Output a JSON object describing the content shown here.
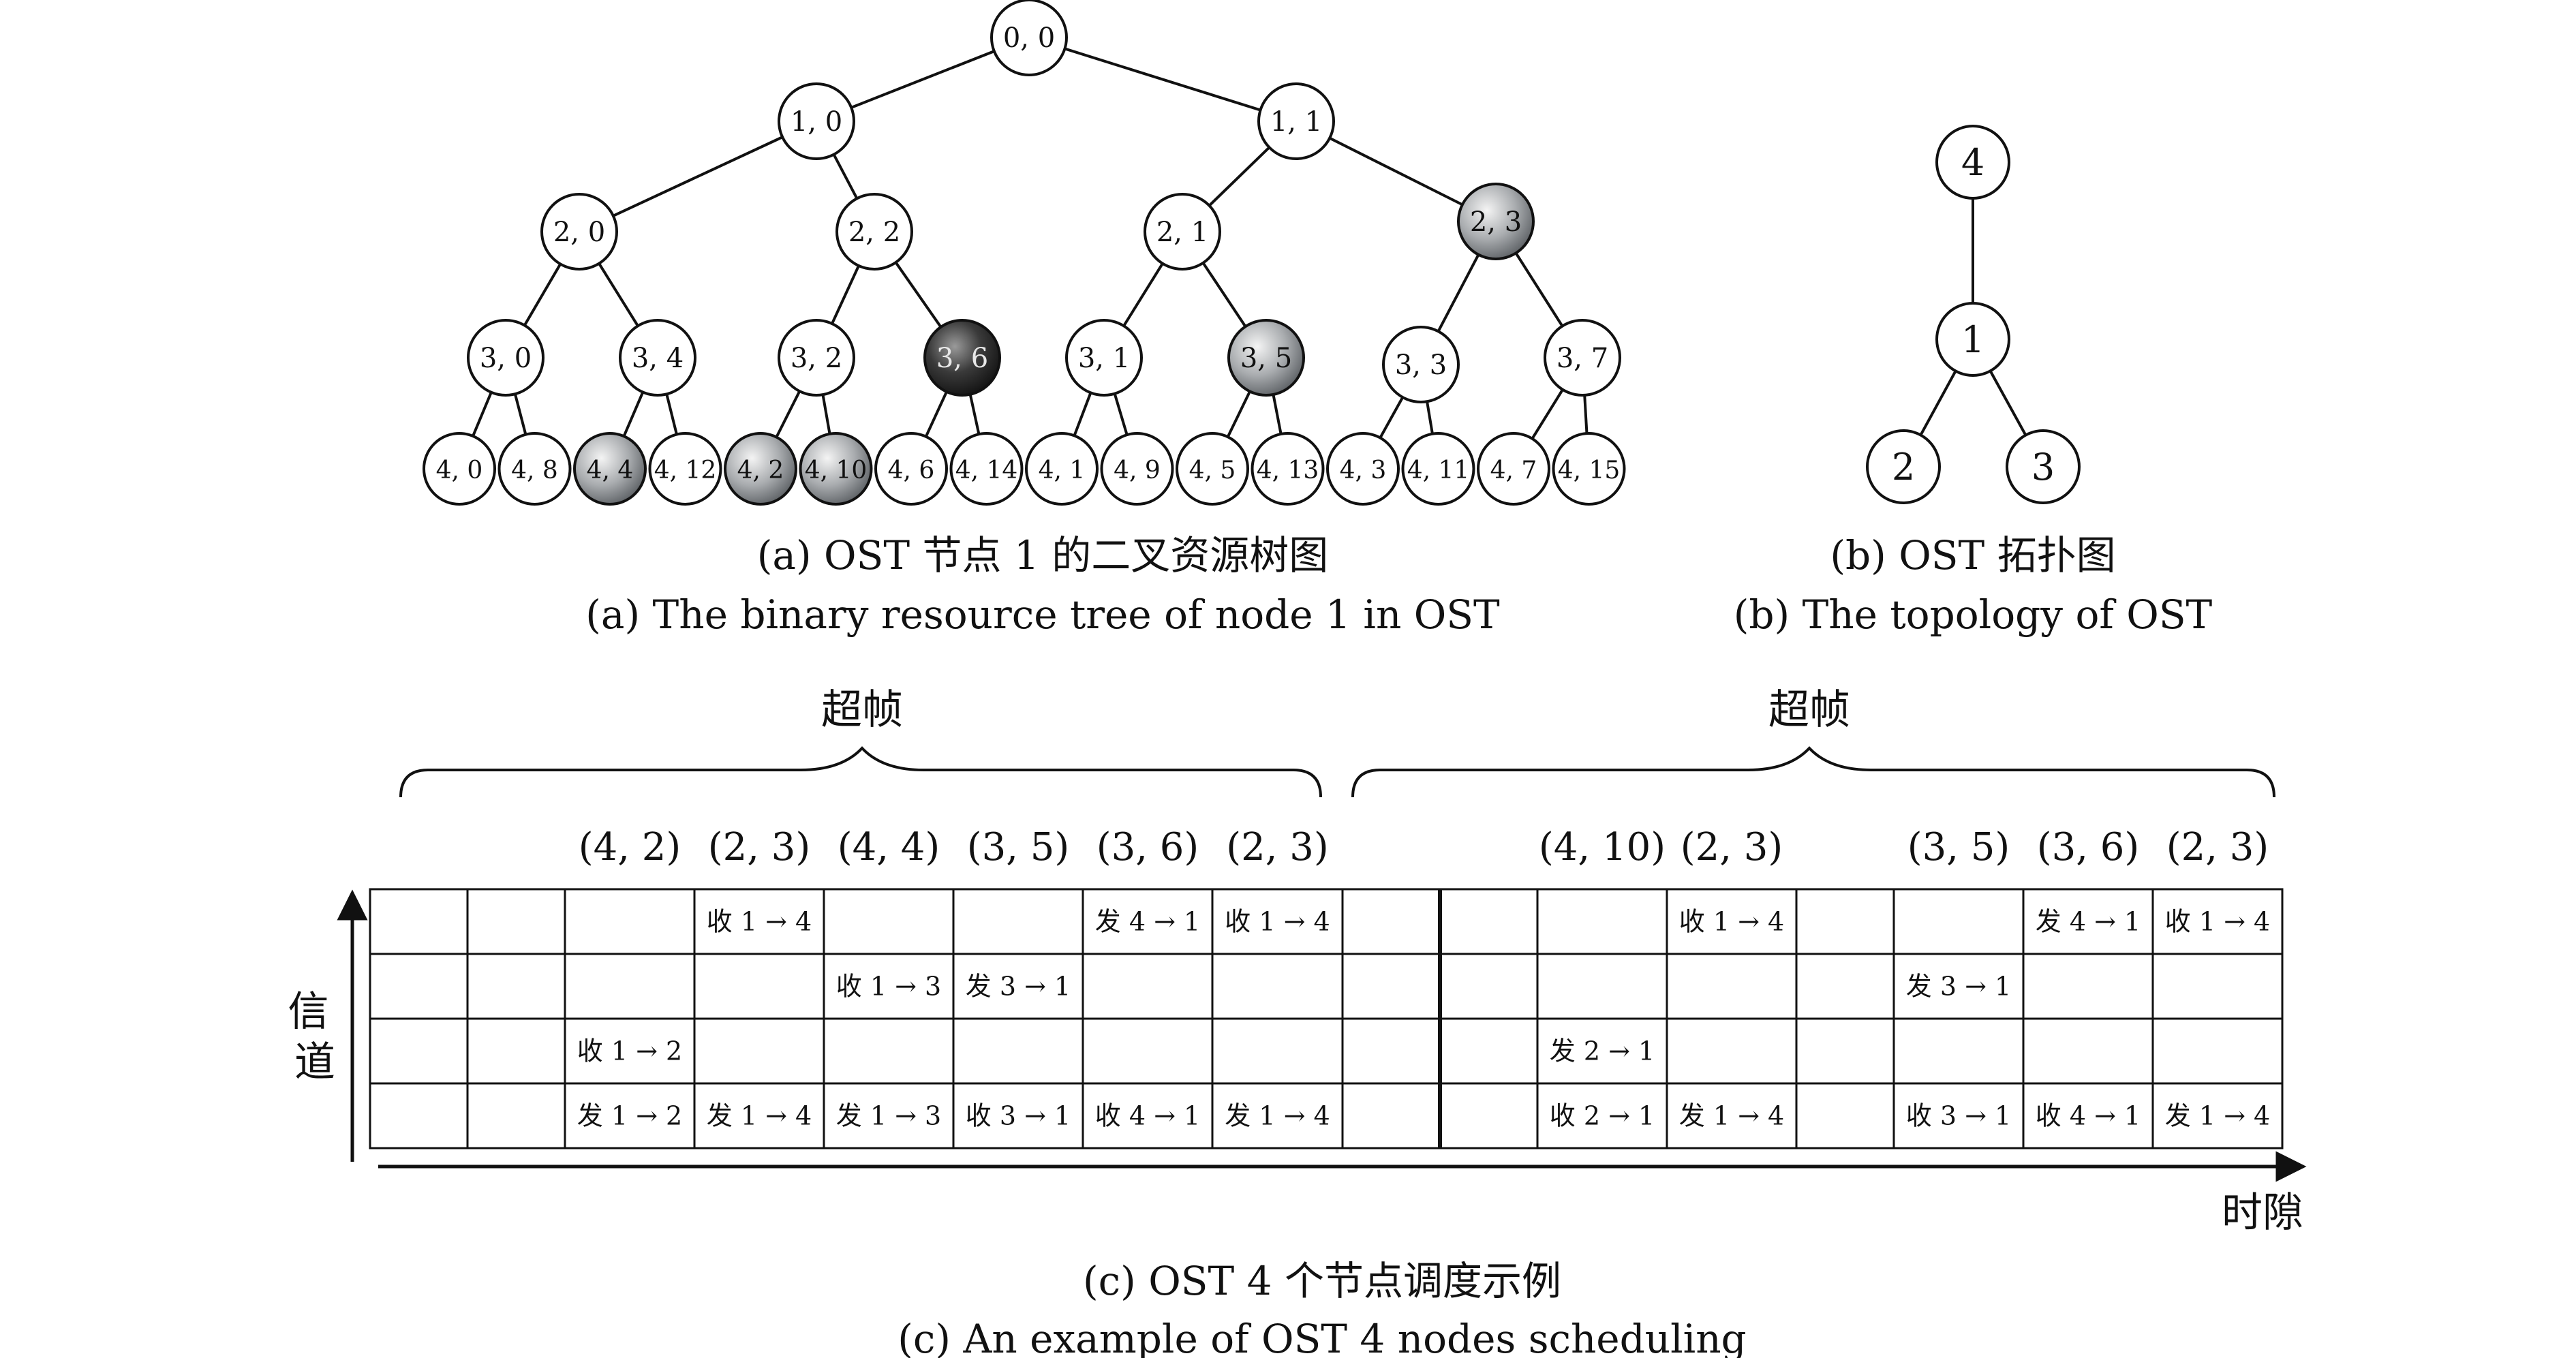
{
  "tree": {
    "nodes": [
      {
        "id": "0,0",
        "label": "0, 0",
        "fill": "white"
      },
      {
        "id": "1,0",
        "label": "1, 0",
        "fill": "white"
      },
      {
        "id": "1,1",
        "label": "1, 1",
        "fill": "white"
      },
      {
        "id": "2,0",
        "label": "2, 0",
        "fill": "white"
      },
      {
        "id": "2,2",
        "label": "2, 2",
        "fill": "white"
      },
      {
        "id": "2,1",
        "label": "2, 1",
        "fill": "white"
      },
      {
        "id": "2,3",
        "label": "2, 3",
        "fill": "gray"
      },
      {
        "id": "3,0",
        "label": "3, 0",
        "fill": "white"
      },
      {
        "id": "3,4",
        "label": "3, 4",
        "fill": "white"
      },
      {
        "id": "3,2",
        "label": "3, 2",
        "fill": "white"
      },
      {
        "id": "3,6",
        "label": "3, 6",
        "fill": "dark"
      },
      {
        "id": "3,1",
        "label": "3, 1",
        "fill": "white"
      },
      {
        "id": "3,5",
        "label": "3, 5",
        "fill": "gray"
      },
      {
        "id": "3,3",
        "label": "3, 3",
        "fill": "white"
      },
      {
        "id": "3,7",
        "label": "3, 7",
        "fill": "white"
      },
      {
        "id": "4,0",
        "label": "4, 0",
        "fill": "white"
      },
      {
        "id": "4,8",
        "label": "4, 8",
        "fill": "white"
      },
      {
        "id": "4,4",
        "label": "4, 4",
        "fill": "gray"
      },
      {
        "id": "4,12",
        "label": "4, 12",
        "fill": "white"
      },
      {
        "id": "4,2",
        "label": "4, 2",
        "fill": "gray"
      },
      {
        "id": "4,10",
        "label": "4, 10",
        "fill": "gray"
      },
      {
        "id": "4,6",
        "label": "4, 6",
        "fill": "white"
      },
      {
        "id": "4,14",
        "label": "4, 14",
        "fill": "white"
      },
      {
        "id": "4,1",
        "label": "4, 1",
        "fill": "white"
      },
      {
        "id": "4,9",
        "label": "4, 9",
        "fill": "white"
      },
      {
        "id": "4,5",
        "label": "4, 5",
        "fill": "white"
      },
      {
        "id": "4,13",
        "label": "4, 13",
        "fill": "white"
      },
      {
        "id": "4,3",
        "label": "4, 3",
        "fill": "white"
      },
      {
        "id": "4,11",
        "label": "4, 11",
        "fill": "white"
      },
      {
        "id": "4,7",
        "label": "4, 7",
        "fill": "white"
      },
      {
        "id": "4,15",
        "label": "4, 15",
        "fill": "white"
      }
    ],
    "edges": [
      [
        "0,0",
        "1,0"
      ],
      [
        "0,0",
        "1,1"
      ],
      [
        "1,0",
        "2,0"
      ],
      [
        "1,0",
        "2,2"
      ],
      [
        "1,1",
        "2,1"
      ],
      [
        "1,1",
        "2,3"
      ],
      [
        "2,0",
        "3,0"
      ],
      [
        "2,0",
        "3,4"
      ],
      [
        "2,2",
        "3,2"
      ],
      [
        "2,2",
        "3,6"
      ],
      [
        "2,1",
        "3,1"
      ],
      [
        "2,1",
        "3,5"
      ],
      [
        "2,3",
        "3,3"
      ],
      [
        "2,3",
        "3,7"
      ],
      [
        "3,0",
        "4,0"
      ],
      [
        "3,0",
        "4,8"
      ],
      [
        "3,4",
        "4,4"
      ],
      [
        "3,4",
        "4,12"
      ],
      [
        "3,2",
        "4,2"
      ],
      [
        "3,2",
        "4,10"
      ],
      [
        "3,6",
        "4,6"
      ],
      [
        "3,6",
        "4,14"
      ],
      [
        "3,1",
        "4,1"
      ],
      [
        "3,1",
        "4,9"
      ],
      [
        "3,5",
        "4,5"
      ],
      [
        "3,5",
        "4,13"
      ],
      [
        "3,3",
        "4,3"
      ],
      [
        "3,3",
        "4,11"
      ],
      [
        "3,7",
        "4,7"
      ],
      [
        "3,7",
        "4,15"
      ]
    ],
    "caption_cn": "(a) OST 节点 1 的二叉资源树图",
    "caption_en": "(a) The binary resource tree of node 1 in OST"
  },
  "topology": {
    "nodes": [
      {
        "id": "4",
        "label": "4"
      },
      {
        "id": "1",
        "label": "1"
      },
      {
        "id": "2",
        "label": "2"
      },
      {
        "id": "3",
        "label": "3"
      }
    ],
    "edges": [
      [
        "4",
        "1"
      ],
      [
        "1",
        "2"
      ],
      [
        "1",
        "3"
      ]
    ],
    "caption_cn": "(b) OST 拓扑图",
    "caption_en": "(b) The topology of OST"
  },
  "schedule": {
    "superframe_label": "超帧",
    "y_axis_label": "信道",
    "x_axis_label": "时隙",
    "slot_labels": [
      "",
      "",
      "(4, 2)",
      "(2, 3)",
      "(4, 4)",
      "(3, 5)",
      "(3, 6)",
      "(2, 3)",
      "",
      "",
      "(4, 10)",
      "(2, 3)",
      "",
      "(3, 5)",
      "(3, 6)",
      "(2, 3)"
    ],
    "rows": [
      [
        "",
        "",
        "",
        "收 1 → 4",
        "",
        "",
        "发 4 → 1",
        "收 1 → 4",
        "",
        "",
        "",
        "收 1 → 4",
        "",
        "",
        "发 4 → 1",
        "收 1 → 4"
      ],
      [
        "",
        "",
        "",
        "",
        "收 1 → 3",
        "发 3 → 1",
        "",
        "",
        "",
        "",
        "",
        "",
        "",
        "发 3 → 1",
        "",
        ""
      ],
      [
        "",
        "",
        "收 1 → 2",
        "",
        "",
        "",
        "",
        "",
        "",
        "",
        "发 2 → 1",
        "",
        "",
        "",
        "",
        ""
      ],
      [
        "",
        "",
        "发 1 → 2",
        "发 1 → 4",
        "发 1 → 3",
        "收 3 → 1",
        "收 4 → 1",
        "发 1 → 4",
        "",
        "",
        "收 2 → 1",
        "发 1 → 4",
        "",
        "收 3 → 1",
        "收 4 → 1",
        "发 1 → 4"
      ]
    ],
    "caption_cn": "(c) OST 4 个节点调度示例",
    "caption_en": "(c) An example of OST 4 nodes scheduling"
  }
}
